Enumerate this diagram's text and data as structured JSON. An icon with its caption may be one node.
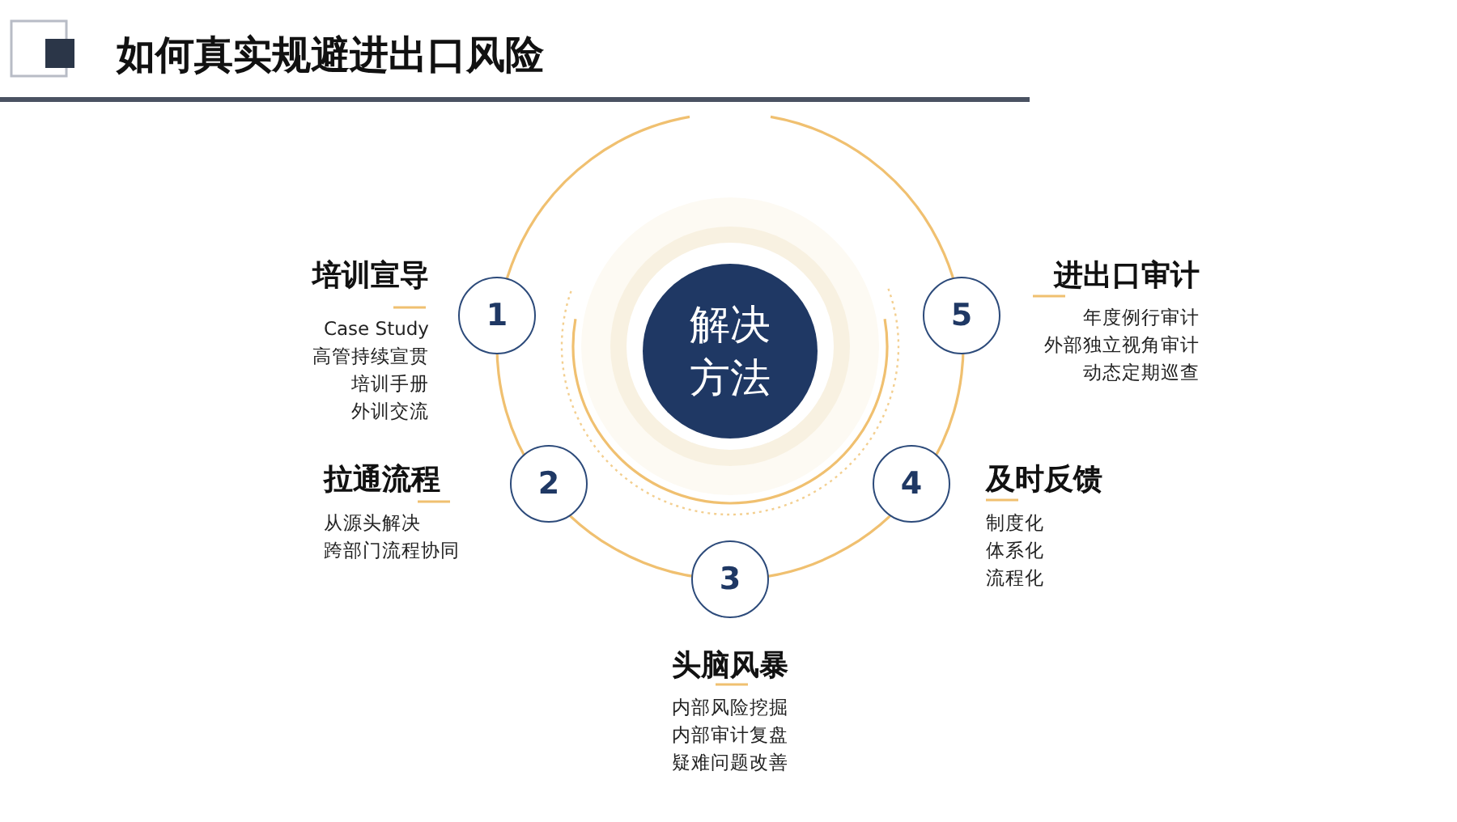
{
  "diagram": {
    "title": "如何真实规避进出口风险",
    "nodes": [
      {
        "text": [
          "解决方法"
        ]
      },
      {
        "text": [
          "1"
        ],
        "beside": [
          "培训宣导",
          "Case Study",
          "高管持续宣贯",
          "培训手册",
          "外训交流"
        ]
      },
      {
        "text": [
          "2"
        ],
        "beside": [
          "拉通流程",
          "从源头解决",
          "跨部门流程协同"
        ]
      },
      {
        "text": [
          "3"
        ],
        "beside": [
          "头脑风暴",
          "内部风险挖掘",
          "内部审计复盘",
          "疑难问题改善"
        ]
      },
      {
        "text": [
          "4"
        ],
        "beside": [
          "及时反馈",
          "制度化",
          "体系化",
          "流程化"
        ]
      },
      {
        "text": [
          "5"
        ],
        "beside": [
          "进出口审计",
          "年度例行审计",
          "外部独立视角审计",
          "动态定期巡查"
        ]
      }
    ]
  }
}
